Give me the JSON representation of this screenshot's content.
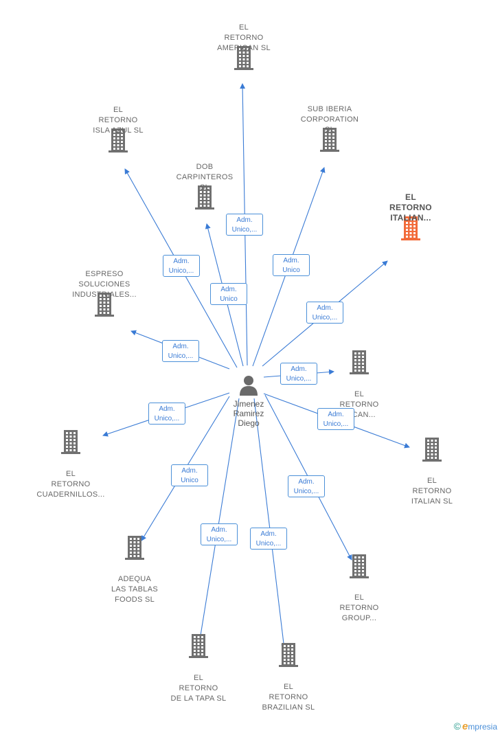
{
  "center": {
    "name_lines": [
      "Jimenez",
      "Ramirez",
      "Diego"
    ],
    "icon": "person-icon"
  },
  "colors": {
    "edge": "#3a7bd5",
    "building": "#707070",
    "highlight_building": "#f26b3a"
  },
  "companies": [
    {
      "id": "el-retorno-american",
      "lines": [
        "EL",
        "RETORNO",
        "AMERICAN  SL"
      ],
      "highlight": false
    },
    {
      "id": "el-retorno-isla-azul",
      "lines": [
        "EL",
        "RETORNO",
        "ISLA AZUL  SL"
      ],
      "highlight": false
    },
    {
      "id": "sub-iberia",
      "lines": [
        "SUB IBERIA",
        "CORPORATION",
        "SL"
      ],
      "highlight": false
    },
    {
      "id": "dob-carpinteros",
      "lines": [
        "DOB",
        "CARPINTEROS",
        "SL"
      ],
      "highlight": false
    },
    {
      "id": "el-retorno-italian-top",
      "lines": [
        "EL",
        "RETORNO",
        "ITALIAN..."
      ],
      "highlight": true
    },
    {
      "id": "espreso",
      "lines": [
        "ESPRESO",
        "SOLUCIONES",
        "INDUSTRIALES..."
      ],
      "highlight": false
    },
    {
      "id": "el-retorno-mexican",
      "lines": [
        "EL",
        "RETORNO",
        "...ICAN..."
      ],
      "highlight": false
    },
    {
      "id": "el-retorno-cuadernillos",
      "lines": [
        "EL",
        "RETORNO",
        "CUADERNILLOS..."
      ],
      "highlight": false
    },
    {
      "id": "el-retorno-italian",
      "lines": [
        "EL",
        "RETORNO",
        "ITALIAN  SL"
      ],
      "highlight": false
    },
    {
      "id": "adequa",
      "lines": [
        "ADEQUA",
        "LAS TABLAS",
        "FOODS  SL"
      ],
      "highlight": false
    },
    {
      "id": "el-retorno-group",
      "lines": [
        "EL",
        "RETORNO",
        "GROUP..."
      ],
      "highlight": false
    },
    {
      "id": "el-retorno-de-la-tapa",
      "lines": [
        "EL",
        "RETORNO",
        "DE LA TAPA  SL"
      ],
      "highlight": false
    },
    {
      "id": "el-retorno-brazilian",
      "lines": [
        "EL",
        "RETORNO",
        "BRAZILIAN  SL"
      ],
      "highlight": false
    }
  ],
  "roles": [
    {
      "target": "el-retorno-american",
      "lines": [
        "Adm.",
        "Unico,..."
      ]
    },
    {
      "target": "el-retorno-isla-azul",
      "lines": [
        "Adm.",
        "Unico,..."
      ]
    },
    {
      "target": "sub-iberia",
      "lines": [
        "Adm.",
        "Unico"
      ]
    },
    {
      "target": "dob-carpinteros",
      "lines": [
        "Adm.",
        "Unico"
      ]
    },
    {
      "target": "el-retorno-italian-top",
      "lines": [
        "Adm.",
        "Unico,..."
      ]
    },
    {
      "target": "espreso",
      "lines": [
        "Adm.",
        "Unico,..."
      ]
    },
    {
      "target": "el-retorno-mexican",
      "lines": [
        "Adm.",
        "Unico,..."
      ]
    },
    {
      "target": "el-retorno-cuadernillos",
      "lines": [
        "Adm.",
        "Unico,..."
      ]
    },
    {
      "target": "el-retorno-italian",
      "lines": [
        "Adm.",
        "Unico,..."
      ]
    },
    {
      "target": "adequa",
      "lines": [
        "Adm.",
        "Unico"
      ]
    },
    {
      "target": "el-retorno-group",
      "lines": [
        "Adm.",
        "Unico,..."
      ]
    },
    {
      "target": "el-retorno-de-la-tapa",
      "lines": [
        "Adm.",
        "Unico,..."
      ]
    },
    {
      "target": "el-retorno-brazilian",
      "lines": [
        "Adm.",
        "Unico,..."
      ]
    }
  ],
  "footer": {
    "copyright_symbol": "©",
    "brand_initial": "e",
    "brand_rest": "mpresia"
  }
}
